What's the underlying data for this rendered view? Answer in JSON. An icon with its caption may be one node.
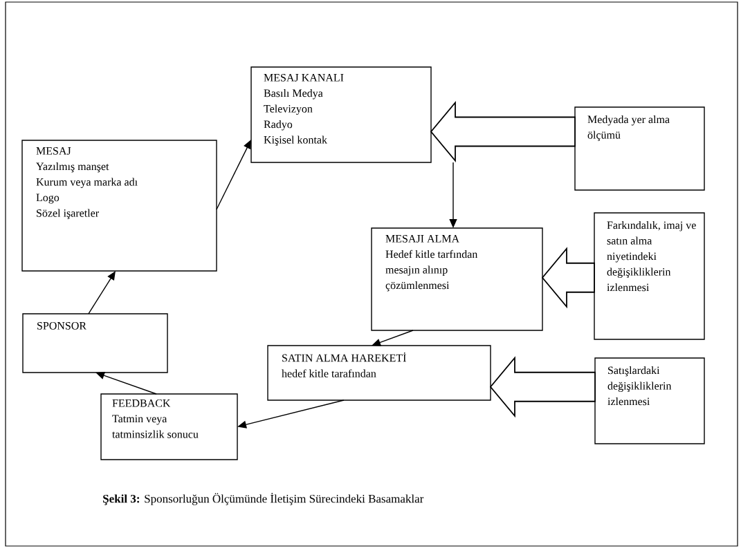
{
  "diagram": {
    "caption": "**Şekil 3:** Sponsorluğun Ölçümünde İletişim Sürecindeki Basamaklar",
    "nodes": [
      {
        "text": [
          "MESAJ KANALI",
          "Basılı Medya",
          "Televizyon",
          "Radyo",
          "Kişisel kontak"
        ]
      },
      {
        "text": [
          "Medyada yer alma ölçümü"
        ]
      },
      {
        "text": [
          "MESAJ",
          "Yazılmış manşet",
          "Kurum veya marka adı",
          "Logo",
          "Sözel işaretler"
        ]
      },
      {
        "text": [
          "MESAJI ALMA",
          "Hedef kitle tarfından mesajın alınıp çözümlenmesi"
        ]
      },
      {
        "text": [
          "Farkındalık, imaj ve satın alma niyetindeki değişikliklerin izlenmesi"
        ]
      },
      {
        "text": [
          "SPONSOR"
        ]
      },
      {
        "text": [
          "SATIN ALMA HAREKETİ",
          "hedef kitle tarafından"
        ]
      },
      {
        "text": [
          "Satışlardaki değişikliklerin izlenmesi"
        ]
      },
      {
        "text": [
          "FEEDBACK",
          "Tatmin veya tatminsizlik sonucu"
        ]
      }
    ],
    "edges": [
      {
        "from": 5,
        "to": 2,
        "arrow": "to"
      },
      {
        "from": 2,
        "to": 0,
        "arrow": "to"
      },
      {
        "from": 0,
        "to": 3,
        "arrow": "to"
      },
      {
        "from": 3,
        "to": 6,
        "arrow": "to"
      },
      {
        "from": 6,
        "to": 8,
        "arrow": "to"
      },
      {
        "from": 8,
        "to": 5,
        "arrow": "to"
      },
      {
        "from": 1,
        "to": 0,
        "arrow": "to",
        "style": "thick"
      },
      {
        "from": 4,
        "to": 3,
        "arrow": "to",
        "style": "thick"
      },
      {
        "from": 7,
        "to": 6,
        "arrow": "to",
        "style": "thick"
      }
    ]
  }
}
